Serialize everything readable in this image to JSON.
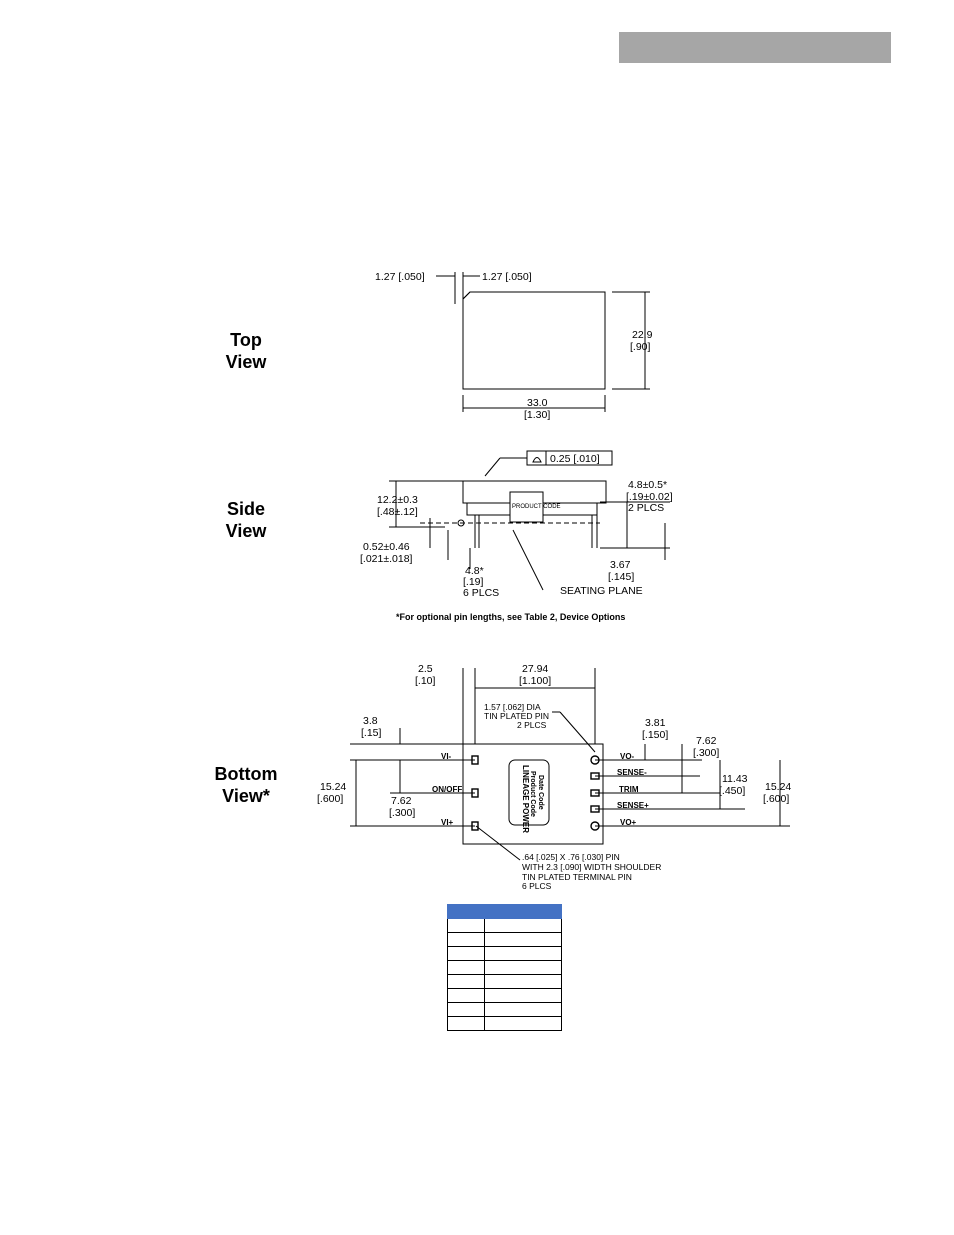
{
  "views": {
    "top": [
      "Top",
      "View"
    ],
    "side": [
      "Side",
      "View"
    ],
    "bottom": [
      "Bottom",
      "View*"
    ]
  },
  "top_view": {
    "corner_left": "1.27 [.050]",
    "corner_right": "1.27 [.050]",
    "height_mm": "22.9",
    "height_in": "[.90]",
    "width_mm": "33.0",
    "width_in": "[1.30]"
  },
  "side_view": {
    "flatness": "0.25 [.010]",
    "height_mm": "12.2±0.3",
    "height_in": "[.48±.12]",
    "pin_dia_mm": "0.52±0.46",
    "pin_dia_in": "[.021±.018]",
    "pin_len_mm": "4.8*",
    "pin_len_in": "[.19]",
    "pin_len_qty": "6 PLCS",
    "out_pin_mm": "4.8±0.5*",
    "out_pin_in": "[.19±0.02]",
    "out_pin_qty": "2 PLCS",
    "standoff_mm": "3.67",
    "standoff_in": "[.145]",
    "seating_plane": "SEATING PLANE",
    "product_code": "PRODUCT CODE"
  },
  "footnote": "*For optional pin lengths, see Table 2, Device Options",
  "bottom_view": {
    "edge_mm": "2.5",
    "edge_in": "[.10]",
    "span_mm": "27.94",
    "span_in": "[1.100]",
    "dia_line1": "1.57 [.062] DIA",
    "dia_line2": "TIN PLATED PIN",
    "dia_line3": "2 PLCS",
    "top_off_mm": "3.8",
    "top_off_in": "[.15]",
    "out_top_mm": "3.81",
    "out_top_in": "[.150]",
    "out_mid_mm": "7.62",
    "out_mid_in": "[.300]",
    "out_span_mm": "11.43",
    "out_span_in": "[.450]",
    "in_span_mm": "15.24",
    "in_span_in": "[.600]",
    "in_mid_mm": "7.62",
    "in_mid_in": "[.300]",
    "right_span_mm": "15.24",
    "right_span_in": "[.600]",
    "pins_left": [
      "VI-",
      "ON/OFF",
      "VI+"
    ],
    "pins_right": [
      "VO-",
      "SENSE-",
      "TRIM",
      "SENSE+",
      "VO+"
    ],
    "label_line1": "LINEAGE POWER",
    "label_line2": "Product Code",
    "label_line3": "Date Code",
    "pin_line1": ".64 [.025] X .76 [.030] PIN",
    "pin_line2": "WITH 2.3 [.090] WIDTH SHOULDER",
    "pin_line3": "TIN PLATED TERMINAL PIN",
    "pin_line4": "6 PLCS"
  },
  "pin_table": {
    "rows": 8
  }
}
